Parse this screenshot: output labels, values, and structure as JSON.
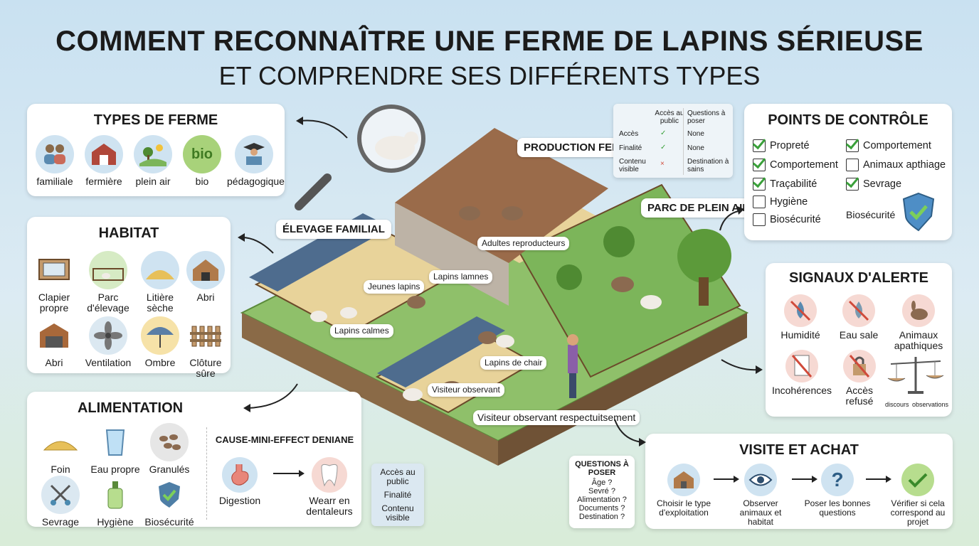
{
  "title": {
    "line1": "COMMENT RECONNAÎTRE UNE FERME DE LAPINS SÉRIEUSE",
    "line2": "ET COMPRENDRE SES DIFFÉRENTS TYPES"
  },
  "types": {
    "title": "TYPES DE FERME",
    "items": [
      "familiale",
      "fermière",
      "plein air",
      "bio",
      "pédagogique"
    ],
    "bio_badge": "bio"
  },
  "habitat": {
    "title": "HABITAT",
    "row1": [
      "Clapier propre",
      "Parc d'élevage",
      "Litière sèche",
      "Abri"
    ],
    "row2": [
      "Abri",
      "Ventilation",
      "Ombre",
      "Clôture sûre"
    ]
  },
  "alimentation": {
    "title": "ALIMENTATION",
    "row1": [
      "Foin",
      "Eau propre",
      "Granulés"
    ],
    "row2": [
      "Sevrage",
      "Hygiène",
      "Biosécurité"
    ],
    "cause_title": "CAUSE-MINI-EFFECT DENIANE",
    "cause": "Digestion",
    "effect": "Wearr en dentaleurs"
  },
  "access_box": {
    "items": [
      "Accès au public",
      "Finalité",
      "Contenu visible"
    ]
  },
  "table": {
    "headers": [
      "Accès au public",
      "Questions à poser"
    ],
    "rows": [
      [
        "Accès",
        "✓",
        "None"
      ],
      [
        "Finalité",
        "✓",
        "None"
      ],
      [
        "Contenu visible",
        "×",
        "Destination à sains"
      ]
    ]
  },
  "controle": {
    "title": "POINTS DE CONTRÔLE",
    "left": [
      {
        "label": "Propreté",
        "checked": true
      },
      {
        "label": "Comportement",
        "checked": true
      },
      {
        "label": "Traçabilité",
        "checked": true
      },
      {
        "label": "Hygiène",
        "checked": false
      },
      {
        "label": "Biosécurité",
        "checked": false
      }
    ],
    "right": [
      {
        "label": "Comportement",
        "checked": true
      },
      {
        "label": "Animaux apthiage",
        "checked": false
      },
      {
        "label": "Sevrage",
        "checked": true
      }
    ],
    "shield_label": "Biosécurité"
  },
  "alerte": {
    "title": "SIGNAUX D'ALERTE",
    "row1": [
      "Humidité",
      "Eau sale",
      "Animaux apathiques"
    ],
    "row2": [
      "Incohérences",
      "Accès refusé"
    ],
    "scale_left": "discours",
    "scale_right": "observations"
  },
  "visite": {
    "title": "VISITE ET ACHAT",
    "steps": [
      "Choisir le type d'exploitation",
      "Observer animaux et habitat",
      "Poser les bonnes questions",
      "Vérifier si cela correspond au projet"
    ]
  },
  "questions": {
    "title": "QUESTIONS À POSER",
    "items": [
      "Âge ?",
      "Sevré ?",
      "Alimentation ?",
      "Documents ?",
      "Destination ?"
    ]
  },
  "scene": {
    "production": "PRODUCTION FERMIÈRE",
    "parc": "PARC DE PLEIN AIR",
    "elevage": "ÉLEVAGE FAMILIAL",
    "adultes": "Adultes reproducteurs",
    "jeunes": "Jeunes lapins",
    "lapins_lames": "Lapins lamnes",
    "calmes": "Lapins calmes",
    "chair": "Lapins de chair",
    "visiteur": "Visiteur observant",
    "visiteur2": "Visiteur observant respectuitsement"
  }
}
